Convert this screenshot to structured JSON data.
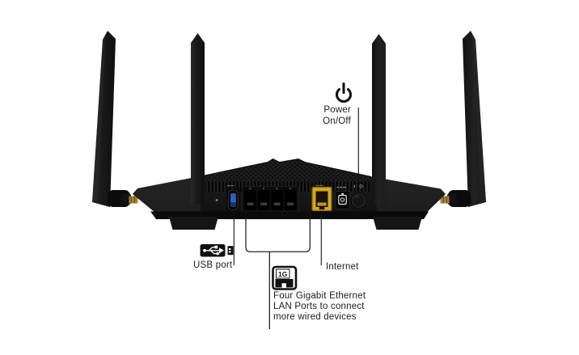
{
  "image": {
    "subject": "Wi-Fi router rear view with labeled ports",
    "background": "#ffffff"
  },
  "callouts": {
    "power": {
      "icon": "power-icon",
      "line1": "Power",
      "line2": "On/Off"
    },
    "usb": {
      "icon": "usb-icon",
      "label": "USB port"
    },
    "internet": {
      "label": "Internet"
    },
    "lan": {
      "icon": "ethernet-1g-icon",
      "badge": "1G",
      "line1": "Four Gigabit Ethernet",
      "line2": "LAN Ports to connect",
      "line3": "more wired devices"
    }
  },
  "colors": {
    "body": "#1a1a1a",
    "usb_port_blue": "#2b5fc0",
    "internet_port_yellow": "#d7a81e",
    "antenna_connector_gold": "#a8843c",
    "text": "#1b1b1b",
    "callout_line": "#141414"
  }
}
